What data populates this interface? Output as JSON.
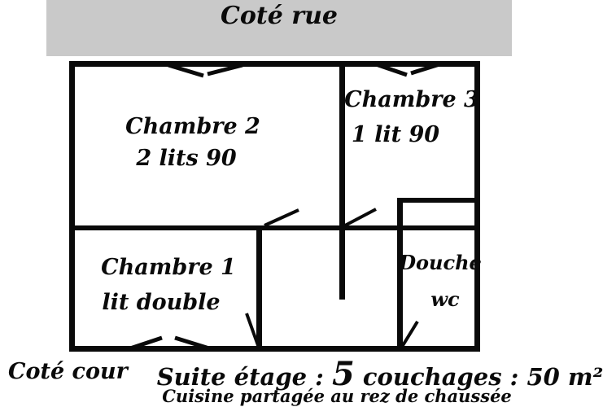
{
  "title_banner": {
    "street_side_label": "Coté rue"
  },
  "floor_plan": {
    "rooms": [
      {
        "id": "chambre2",
        "name": "Chambre 2",
        "detail": "2 lits 90"
      },
      {
        "id": "chambre3",
        "name": "Chambre 3",
        "detail": "1 lit 90"
      },
      {
        "id": "chambre1",
        "name": "Chambre 1",
        "detail": "lit double"
      },
      {
        "id": "douche",
        "name": "Douche",
        "detail": "wc"
      }
    ]
  },
  "captions": {
    "courtyard_side": "Coté cour",
    "summary": {
      "prefix": "Suite étage : ",
      "count": "5",
      "middle": " couchages : ",
      "area": "50 m²"
    },
    "footnote": "Cuisine partagée au rez de chaussée"
  },
  "colors": {
    "banner_background": "#c9c9c9",
    "wall": "#0a0a0a",
    "page_background": "#ffffff"
  }
}
